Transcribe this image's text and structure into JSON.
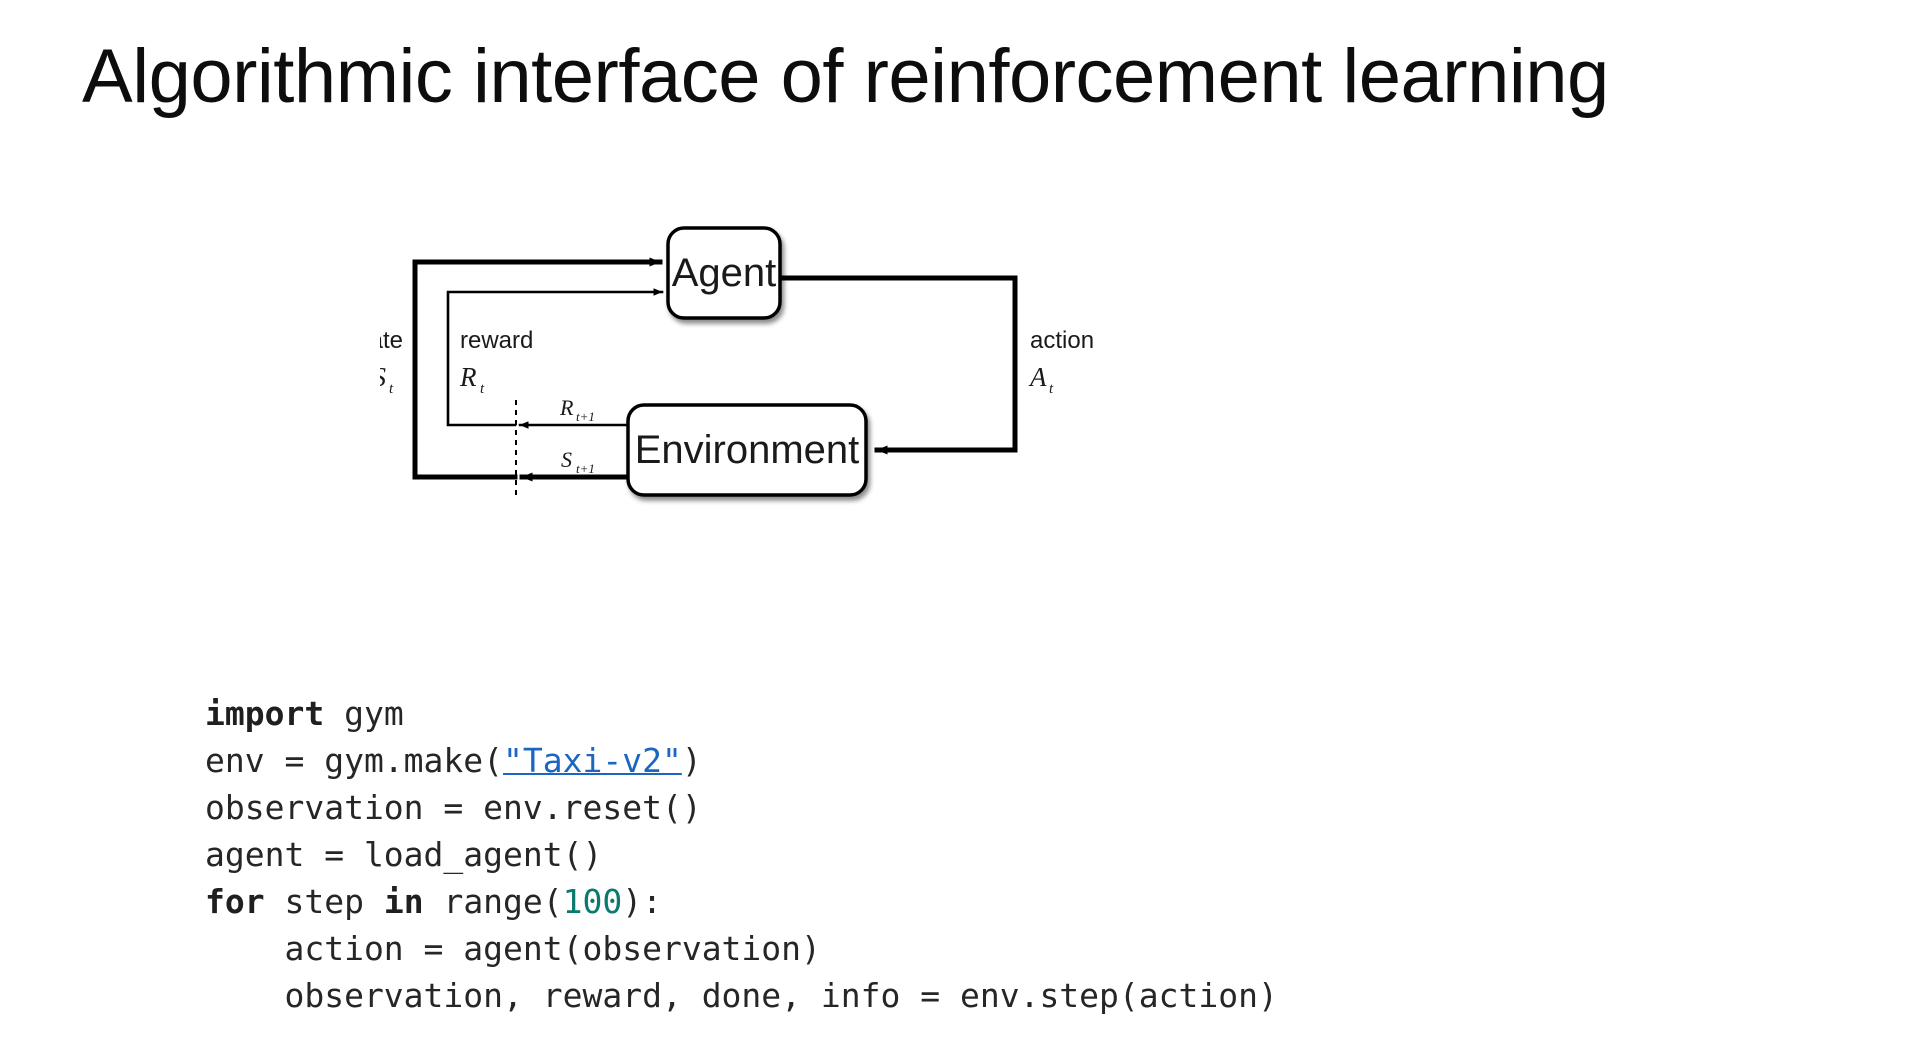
{
  "slide": {
    "title": "Algorithmic interface of reinforcement learning"
  },
  "diagram": {
    "name": "agent-environment-interaction-loop",
    "nodes": [
      {
        "id": "agent",
        "label": "Agent"
      },
      {
        "id": "environment",
        "label": "Environment"
      }
    ],
    "edge_labels": {
      "state_word": "state",
      "state_symbol": "S",
      "state_subscript": "t",
      "reward_word": "reward",
      "reward_symbol": "R",
      "reward_subscript": "t",
      "action_word": "action",
      "action_symbol": "A",
      "action_subscript": "t",
      "next_reward_symbol": "R",
      "next_reward_subscript": "t+1",
      "next_state_symbol": "S",
      "next_state_subscript": "t+1"
    },
    "stroke_color": "#000000"
  },
  "code": {
    "language": "python",
    "link_color": "#1a66c2",
    "number_color": "#0b7a6e",
    "lines": [
      {
        "tokens": [
          {
            "t": "import",
            "k": "kw"
          },
          {
            "t": " gym",
            "k": "plain"
          }
        ]
      },
      {
        "tokens": [
          {
            "t": "env = gym.make(",
            "k": "plain"
          },
          {
            "t": "\"Taxi-v2\"",
            "k": "link"
          },
          {
            "t": ")",
            "k": "plain"
          }
        ]
      },
      {
        "tokens": [
          {
            "t": "observation = env.reset()",
            "k": "plain"
          }
        ]
      },
      {
        "tokens": [
          {
            "t": "agent = load_agent()",
            "k": "plain"
          }
        ]
      },
      {
        "tokens": [
          {
            "t": "for",
            "k": "kw"
          },
          {
            "t": " step ",
            "k": "plain"
          },
          {
            "t": "in",
            "k": "kw"
          },
          {
            "t": " range(",
            "k": "plain"
          },
          {
            "t": "100",
            "k": "num"
          },
          {
            "t": "):",
            "k": "plain"
          }
        ]
      },
      {
        "tokens": [
          {
            "t": "    action = agent(observation)",
            "k": "plain"
          }
        ]
      },
      {
        "tokens": [
          {
            "t": "    observation, reward, done, info = env.step(action)",
            "k": "plain"
          }
        ]
      }
    ]
  }
}
